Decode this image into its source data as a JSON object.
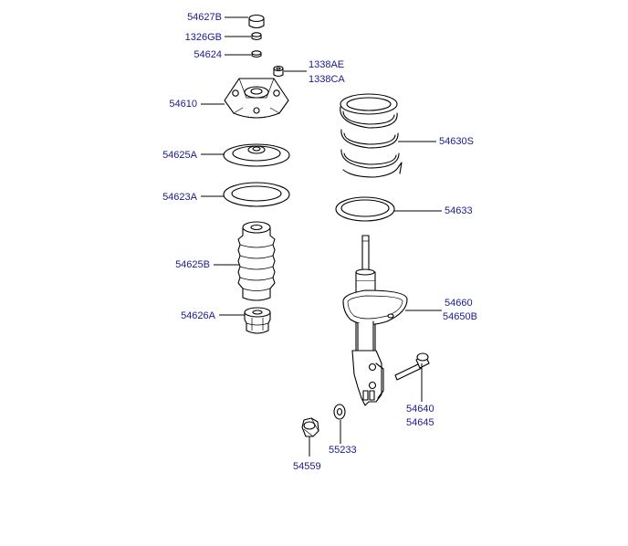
{
  "colors": {
    "label": "#1a1a8c",
    "line": "#000000",
    "background": "#ffffff"
  },
  "labels": [
    {
      "id": "lbl-54627b",
      "text": "54627B"
    },
    {
      "id": "lbl-1326gb",
      "text": "1326GB"
    },
    {
      "id": "lbl-54624",
      "text": "54624"
    },
    {
      "id": "lbl-1338ae",
      "text": "1338AE"
    },
    {
      "id": "lbl-1338ca",
      "text": "1338CA"
    },
    {
      "id": "lbl-54610",
      "text": "54610"
    },
    {
      "id": "lbl-54630s",
      "text": "54630S"
    },
    {
      "id": "lbl-54625a",
      "text": "54625A"
    },
    {
      "id": "lbl-54623a",
      "text": "54623A"
    },
    {
      "id": "lbl-54633",
      "text": "54633"
    },
    {
      "id": "lbl-54625b",
      "text": "54625B"
    },
    {
      "id": "lbl-54660",
      "text": "54660"
    },
    {
      "id": "lbl-54650b",
      "text": "54650B"
    },
    {
      "id": "lbl-54626a",
      "text": "54626A"
    },
    {
      "id": "lbl-54640",
      "text": "54640"
    },
    {
      "id": "lbl-54645",
      "text": "54645"
    },
    {
      "id": "lbl-55233",
      "text": "55233"
    },
    {
      "id": "lbl-54559",
      "text": "54559"
    }
  ]
}
